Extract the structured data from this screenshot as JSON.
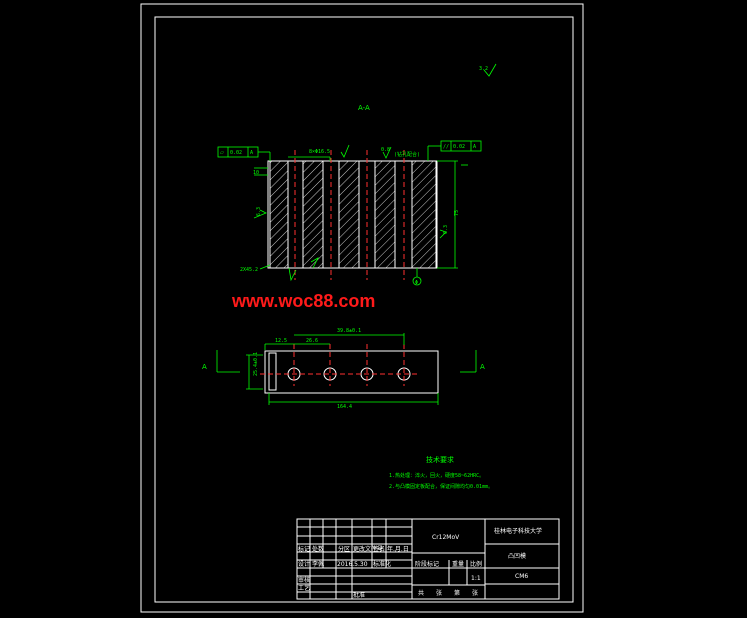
{
  "section_view": {
    "title": "A-A",
    "flatness_label": "0.02",
    "flatness_ref": "A",
    "parallel_tol": "0.02",
    "parallel_ref": "A",
    "dim_top_left": "8×Φ16.5",
    "roughness_top": "0.8",
    "roughness_top_note": "(钻孔配合)",
    "roughness_left": "6.3",
    "roughness_right": "6.3",
    "dim_height": "75",
    "dim_side": "10",
    "chamfer": "2X45.2",
    "bottom_mark": "Φ",
    "corner_roughness": "3.2"
  },
  "watermark": "www.woc88.com",
  "plan_view": {
    "dim_overall_holes": "39.8±0.1",
    "dim_first": "12.5",
    "dim_pitch": "26.6",
    "dim_vertical": "25.4±0.1",
    "dim_length": "164.4",
    "section_mark_left": "A",
    "section_mark_right": "A"
  },
  "tech_req": {
    "title": "技术要求",
    "line1": "1.热处理：淬火，回火，硬度58~62HRC。",
    "line2": "2.与凸模固定板配合，保证间隙均匀0.01mm。"
  },
  "title_block": {
    "material": "Cr12MoV",
    "school": "桂林电子科技大学",
    "part_name": "凸凹模",
    "drawing_no": "CM6",
    "scale": "1:1",
    "col_headers": [
      "标记",
      "处数",
      "分区",
      "更改文件号",
      "签名",
      "年.月.日"
    ],
    "row_design": [
      "设计",
      "李佩",
      "2016.5.30",
      "标准化"
    ],
    "row_check": "审核",
    "row_process": "工艺",
    "row_approve": "批准",
    "stage_labels": [
      "阶段标记",
      "重量",
      "比例"
    ],
    "sheet_labels": [
      "共",
      "张",
      "第",
      "张"
    ]
  }
}
